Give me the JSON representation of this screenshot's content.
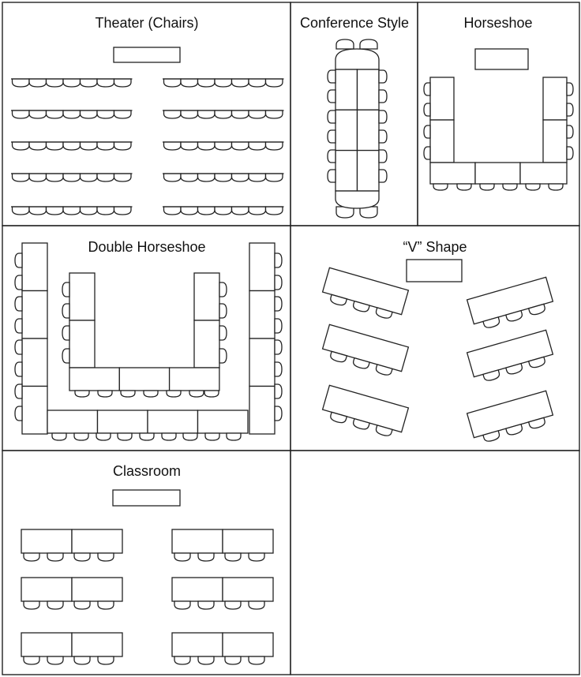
{
  "layouts": {
    "theater": {
      "title": "Theater (Chairs)"
    },
    "conference": {
      "title": "Conference Style"
    },
    "horseshoe": {
      "title": "Horseshoe"
    },
    "double_horseshoe": {
      "title": "Double Horseshoe"
    },
    "v_shape": {
      "title": "“V” Shape"
    },
    "classroom": {
      "title": "Classroom"
    },
    "empty": {
      "title": ""
    }
  },
  "colors": {
    "line": "#222222",
    "fill": "#ffffff",
    "text": "#111111"
  }
}
